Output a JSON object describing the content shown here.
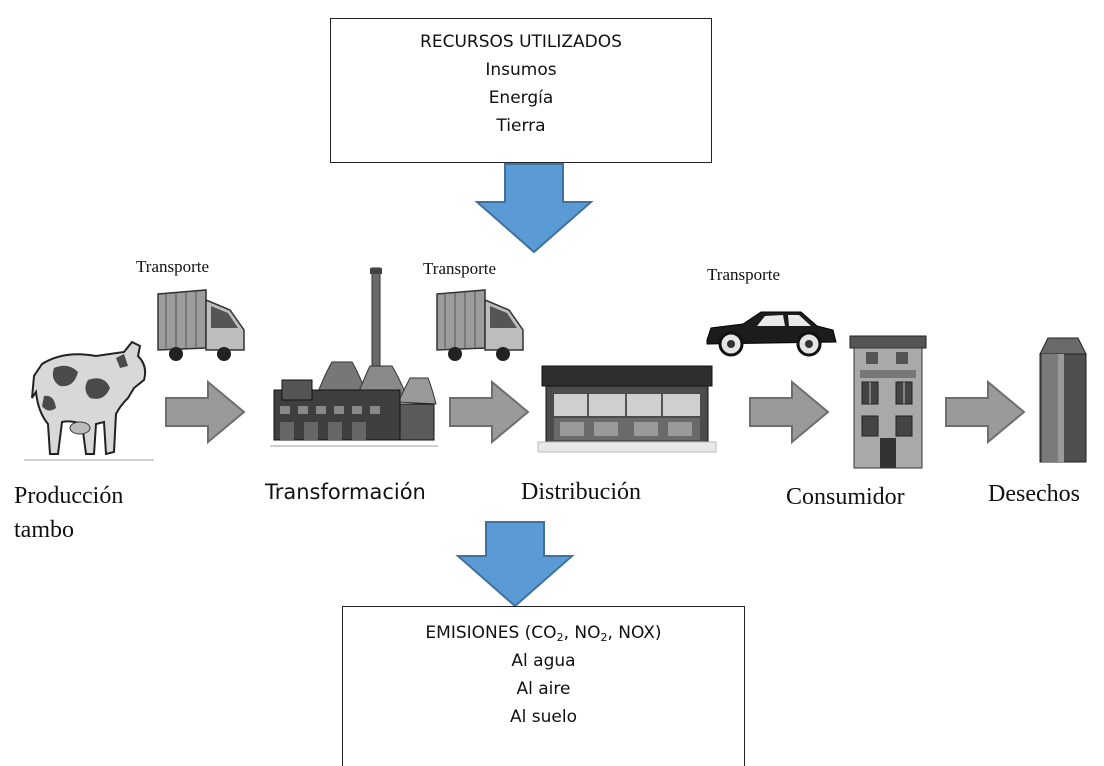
{
  "resources_box": {
    "title": "RECURSOS UTILIZADOS",
    "items": [
      "Insumos",
      "Energía",
      "Tierra"
    ]
  },
  "emissions_box": {
    "title_prefix": "EMISIONES (CO",
    "sub1": "2",
    "mid": ", NO",
    "sub2": "2",
    "suffix": ", NOX)",
    "items": [
      "Al agua",
      "Al aire",
      "Al suelo"
    ]
  },
  "transport_labels": [
    "Transporte",
    "Transporte",
    "Transporte"
  ],
  "stages": {
    "produccion_line1": "Producción",
    "produccion_line2": "tambo",
    "transformacion": "Transformación",
    "distribucion": "Distribución",
    "consumidor": "Consumidor",
    "desechos": "Desechos"
  },
  "colors": {
    "blue_arrow_fill": "#5b9bd5",
    "blue_arrow_stroke": "#41719c",
    "gray_arrow_fill": "#9a9a9a",
    "gray_arrow_stroke": "#6e6e6e"
  },
  "icons": [
    "cow-icon",
    "truck-icon",
    "factory-icon",
    "store-icon",
    "car-icon",
    "house-icon",
    "milk-carton-icon"
  ]
}
